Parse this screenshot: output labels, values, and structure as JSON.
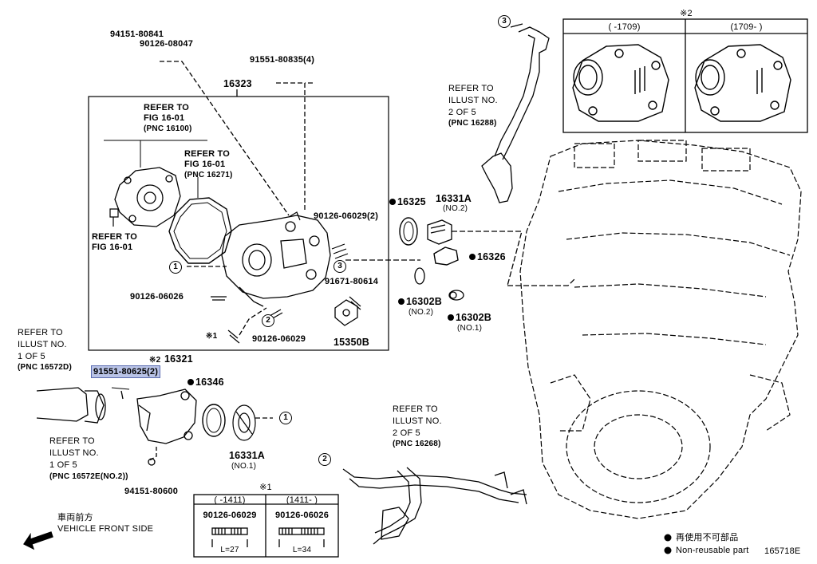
{
  "labels": {
    "p94151_80841": "94151-80841",
    "p90126_08047": "90126-08047",
    "p91551_80835": "91551-80835(4)",
    "p16323": "16323",
    "refer_fig1601_a_l1": "REFER TO",
    "refer_fig1601_a_l2": "FIG 16-01",
    "refer_fig1601_a_l3": "(PNC 16100)",
    "refer_fig1601_b_l1": "REFER TO",
    "refer_fig1601_b_l2": "FIG 16-01",
    "refer_fig1601_b_l3": "(PNC 16271)",
    "refer_fig1601_c_l1": "REFER TO",
    "refer_fig1601_c_l2": "FIG 16-01",
    "p90126_06029_2": "90126-06029(2)",
    "p91671_80614": "91671-80614",
    "p90126_06026": "90126-06026",
    "p90126_06029": "90126-06029",
    "p15350B": "15350B",
    "note1_mark": "※1",
    "p16325": "16325",
    "p16331A_top": "16331A",
    "no2_a": "(NO.2)",
    "p16326": "16326",
    "p16302B_no2": "16302B",
    "no2_b": "(NO.2)",
    "p16302B_no1": "16302B",
    "no1_a": "(NO.1)",
    "refer_illust_top_l1": "REFER TO",
    "refer_illust_top_l2": "ILLUST NO.",
    "refer_illust_top_l3": "2 OF 5",
    "refer_illust_top_l4": "(PNC 16288)",
    "note2_title": "※2",
    "note2_col1": "(      -1709)",
    "note2_col2": "(1709-      )",
    "refer_illust_left_l1": "REFER TO",
    "refer_illust_left_l2": "ILLUST NO.",
    "refer_illust_left_l3": "1 OF 5",
    "refer_illust_left_l4": "(PNC 16572D)",
    "p91551_80625": "91551-80625(2)",
    "note2_mark": "※2",
    "p16321": "16321",
    "p16346": "16346",
    "p16331A_bottom": "16331A",
    "no1_b": "(NO.1)",
    "refer_illust_left2_l1": "REFER TO",
    "refer_illust_left2_l2": "ILLUST NO.",
    "refer_illust_left2_l3": "1 OF 5",
    "refer_illust_left2_l4": "(PNC 16572E(NO.2))",
    "p94151_80600": "94151-80600",
    "refer_illust_mid_l1": "REFER TO",
    "refer_illust_mid_l2": "ILLUST NO.",
    "refer_illust_mid_l3": "2 OF 5",
    "refer_illust_mid_l4": "(PNC 16268)",
    "note1_title": "※1",
    "note1_col1": "(     -1411)",
    "note1_col2": "(1411-      )",
    "note1_part1": "90126-06029",
    "note1_part2": "90126-06026",
    "note1_len1": "L=27",
    "note1_len2": "L=34",
    "front_jp": "車両前方",
    "front_en": "VEHICLE FRONT SIDE",
    "legend_jp": "再使用不可部品",
    "legend_en": "Non-reusable part",
    "illustration_id": "165718E",
    "callout_1": "1",
    "callout_2": "2",
    "callout_3": "3"
  },
  "colors": {
    "highlight_bg": "#b9c3e6",
    "highlight_border": "#5a6bb0",
    "line": "#000000"
  }
}
